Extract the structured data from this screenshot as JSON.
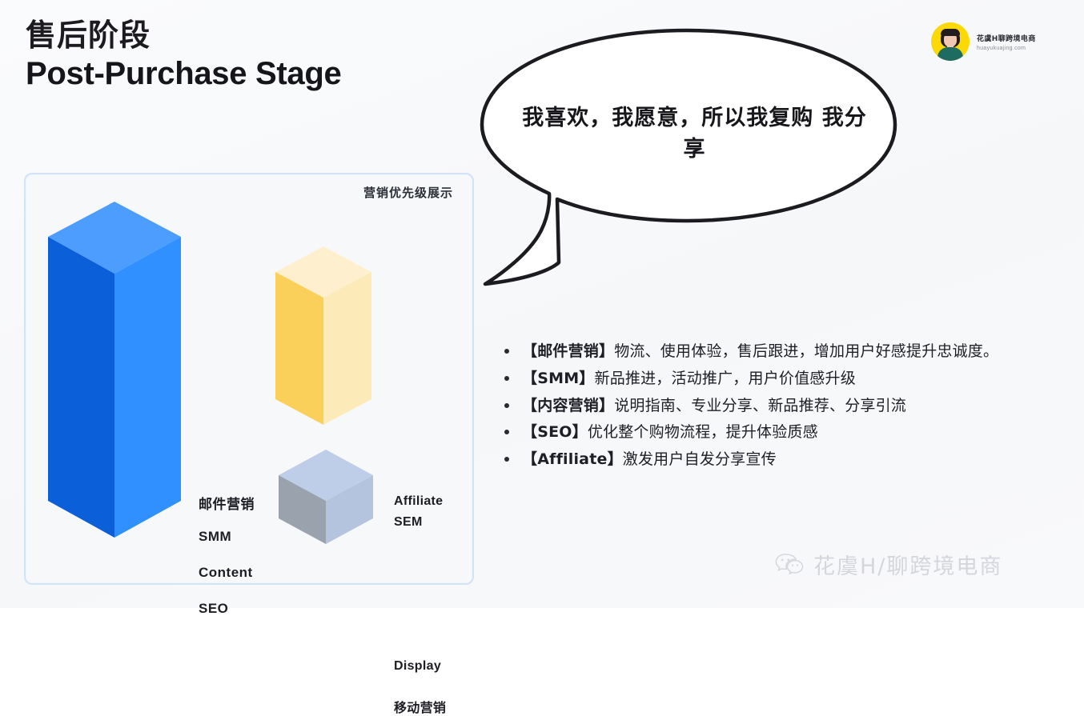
{
  "title": {
    "cn": "售后阶段",
    "en": "Post-Purchase Stage"
  },
  "brand": {
    "name": "花虞H聊跨境电商",
    "url": "huayukuajing.com",
    "avatar_icon": "woman-avatar-icon"
  },
  "chart_panel": {
    "caption": "营销优先级展示"
  },
  "speech": {
    "text": "我喜欢，我愿意，所以我复购 我分享"
  },
  "bullets": [
    {
      "tag": "【邮件营销】",
      "text": "物流、使用体验，售后跟进，增加用户好感提升忠诚度。"
    },
    {
      "tag": "【SMM】",
      "text": "新品推进，活动推广，用户价值感升级"
    },
    {
      "tag": "【内容营销】",
      "text": "说明指南、专业分享、新品推荐、分享引流"
    },
    {
      "tag": "【SEO】",
      "text": "优化整个购物流程，提升体验质感"
    },
    {
      "tag": "【Affiliate】",
      "text": "激发用户自发分享宣传"
    }
  ],
  "watermark": {
    "text": "花虞H/聊跨境电商",
    "icon": "wechat-icon"
  },
  "chart_data": {
    "type": "bar",
    "title": "营销优先级展示",
    "subtitle": "",
    "xlabel": "",
    "ylabel": "",
    "orientation": "vertical-isometric-3d",
    "grid": false,
    "legend": "inline-labels",
    "ylim": [
      0,
      100
    ],
    "categories": [
      "邮件营销 / SMM / Content / SEO",
      "Affiliate / SEM",
      "Display / 移动营销"
    ],
    "values": [
      100,
      48,
      14
    ],
    "series": [
      {
        "name": "营销优先级",
        "values": [
          100,
          48,
          14
        ]
      }
    ],
    "items": [
      {
        "priority": 1,
        "height_pct": 100,
        "color": "#1B7BF5",
        "color_left": "#0B5FD9",
        "color_right": "#3090FF",
        "color_top": "#4D9DFF",
        "labels": [
          "邮件营销",
          "SMM",
          "Content",
          "SEO"
        ]
      },
      {
        "priority": 2,
        "height_pct": 48,
        "color": "#FBD45F",
        "color_left": "#FBD05A",
        "color_right": "#FDEAB9",
        "color_top": "#FEF0CF",
        "labels": [
          "Affiliate",
          "SEM"
        ]
      },
      {
        "priority": 3,
        "height_pct": 14,
        "color": "#B4C3DD",
        "color_left": "#99A2AD",
        "color_right": "#B5C4DE",
        "color_top": "#BFCEE8",
        "labels": [
          "Display",
          "移动营销"
        ]
      }
    ]
  }
}
